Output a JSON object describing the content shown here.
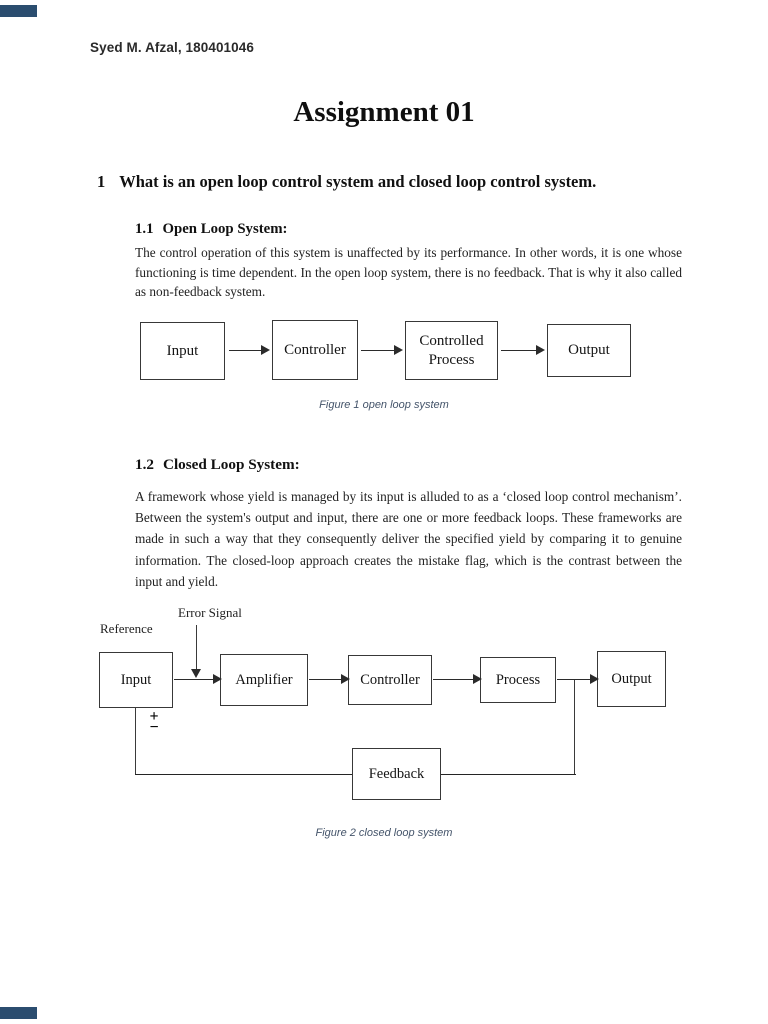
{
  "page": {
    "header": "Syed M. Afzal, 180401046",
    "title": "Assignment 01"
  },
  "section": {
    "number": "1",
    "heading": "What is an open loop control system and closed loop control system."
  },
  "open_loop": {
    "number": "1.1",
    "heading": "Open Loop System:",
    "body": "The control operation of this system is unaffected by its performance. In other words, it is one whose functioning is time dependent. In the open loop system, there is no feedback. That is why it also called as non-feedback system.",
    "caption": "Figure 1 open loop system",
    "blocks": [
      "Input",
      "Controller",
      "Controlled Process",
      "Output"
    ]
  },
  "closed_loop": {
    "number": "1.2",
    "heading": "Closed Loop System:",
    "body": "A framework whose yield is managed by its input is alluded to as a ‘closed loop control mechanism’. Between the system's output and input, there are one or more feedback loops. These frameworks are made in such a way that they consequently deliver the specified yield by comparing it to genuine information. The closed-loop approach creates the mistake flag, which is the contrast between the input and yield.",
    "caption": "Figure 2 closed loop system",
    "labels": {
      "error_signal": "Error Signal",
      "reference": "Reference",
      "plus": "+",
      "minus": "−"
    },
    "blocks": [
      "Input",
      "Amplifier",
      "Controller",
      "Process",
      "Output",
      "Feedback"
    ]
  },
  "colors": {
    "caption": "#44546A",
    "scroll_marker": "#2B4D6F"
  }
}
